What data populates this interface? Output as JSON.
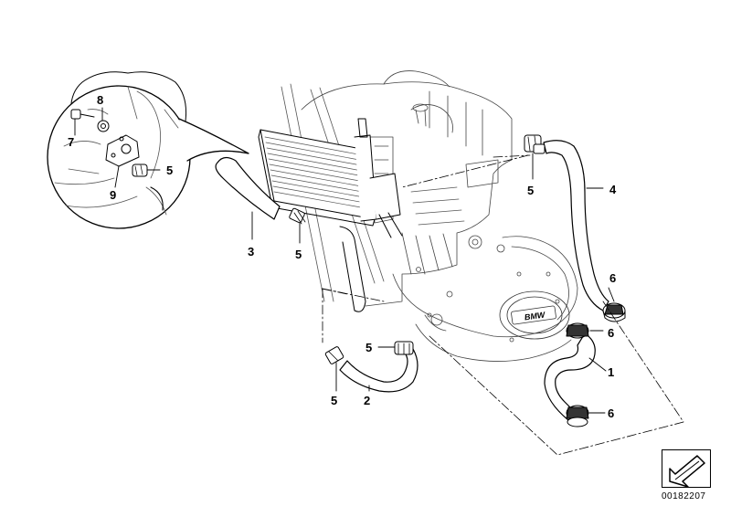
{
  "diagram": {
    "callouts": [
      {
        "id": "c1",
        "label": "1"
      },
      {
        "id": "c2",
        "label": "2"
      },
      {
        "id": "c3",
        "label": "3"
      },
      {
        "id": "c4",
        "label": "4"
      },
      {
        "id": "c5a",
        "label": "5"
      },
      {
        "id": "c5b",
        "label": "5"
      },
      {
        "id": "c5c",
        "label": "5"
      },
      {
        "id": "c5d",
        "label": "5"
      },
      {
        "id": "c5e",
        "label": "5"
      },
      {
        "id": "c6a",
        "label": "6"
      },
      {
        "id": "c6b",
        "label": "6"
      },
      {
        "id": "c6c",
        "label": "6"
      },
      {
        "id": "c7",
        "label": "7"
      },
      {
        "id": "c8",
        "label": "8"
      },
      {
        "id": "c9",
        "label": "9"
      }
    ],
    "brand_text": "BMW",
    "part_number": "00182207",
    "nav_icon": "arrow-down-left-icon"
  }
}
